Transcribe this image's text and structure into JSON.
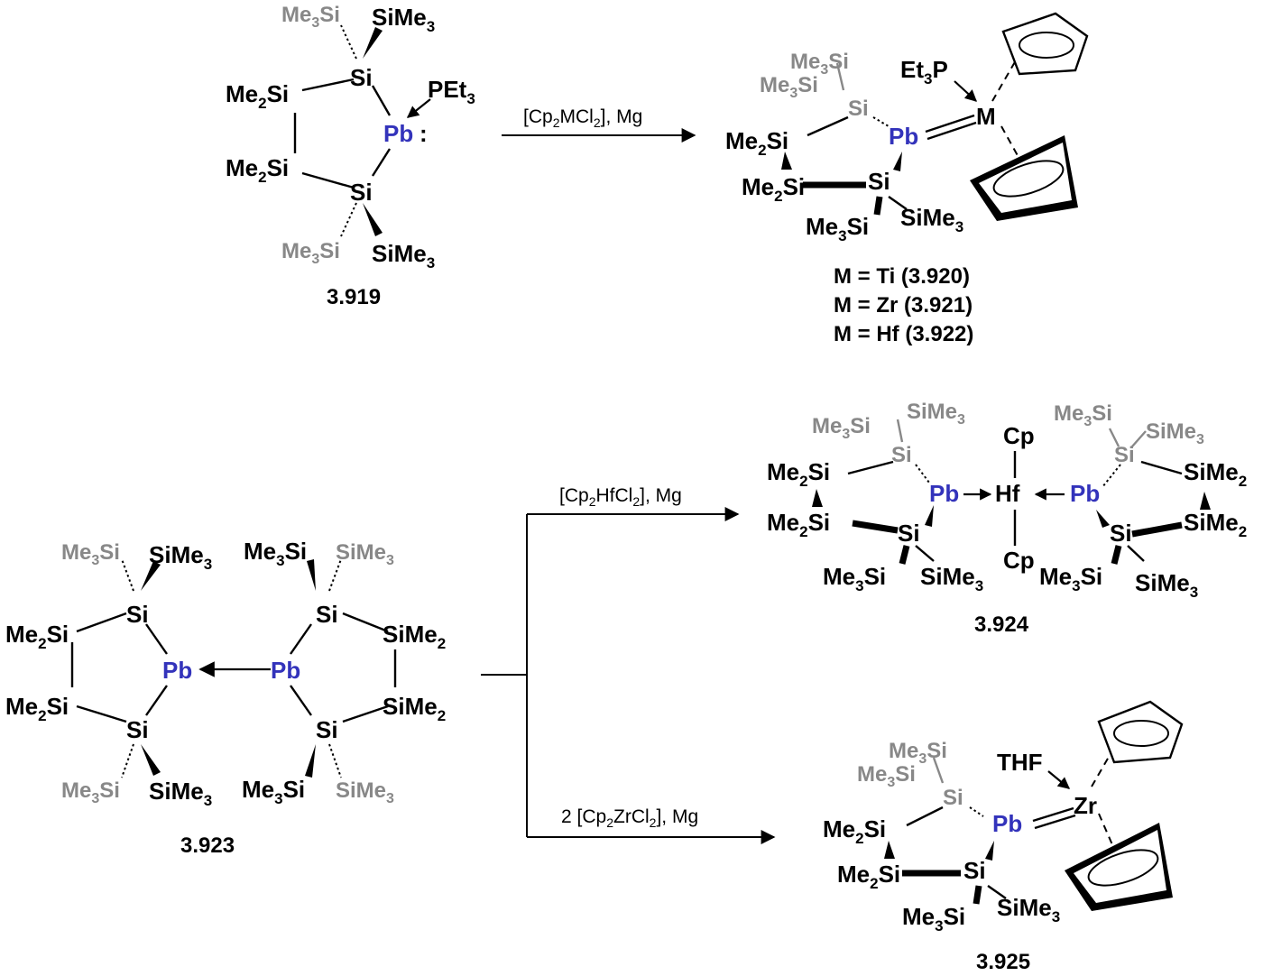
{
  "diagram": {
    "compounds": {
      "c919": {
        "label": "3.919",
        "pet3": "PEt",
        "pet3_sub": "3",
        "pb": "Pb",
        "lone_pair": ":"
      },
      "c920": {
        "pb": "Pb",
        "m": "M",
        "et3p": "Et",
        "et3p_sub": "3",
        "et3p_tail": "P",
        "legend": [
          "M = Ti (3.920)",
          "M = Zr (3.921)",
          "M = Hf (3.922)"
        ]
      },
      "c923": {
        "label": "3.923",
        "pb": "Pb"
      },
      "c924": {
        "label": "3.924",
        "pb": "Pb",
        "hf": "Hf",
        "cp": "Cp"
      },
      "c925": {
        "label": "3.925",
        "pb": "Pb",
        "zr": "Zr",
        "thf": "THF"
      }
    },
    "groups": {
      "me3si_a": "Me",
      "me3si_b": "Si",
      "sub3": "3",
      "sub2": "2",
      "sime3_a": "SiMe",
      "me2si_a": "Me",
      "me2si_b": "Si",
      "sime2_a": "SiMe",
      "si": "Si"
    },
    "reactions": {
      "r1": {
        "a": "[Cp",
        "b": "MCl",
        "c": "], Mg",
        "sub": "2"
      },
      "r2": {
        "a": "[Cp",
        "b": "HfCl",
        "c": "], Mg",
        "sub": "2"
      },
      "r3": {
        "a": "2 [Cp",
        "b": "ZrCl",
        "c": "], Mg",
        "sub": "2"
      }
    },
    "colors": {
      "lead": "#3333bb",
      "grey_substituent": "#888888",
      "bond": "#000000"
    }
  }
}
